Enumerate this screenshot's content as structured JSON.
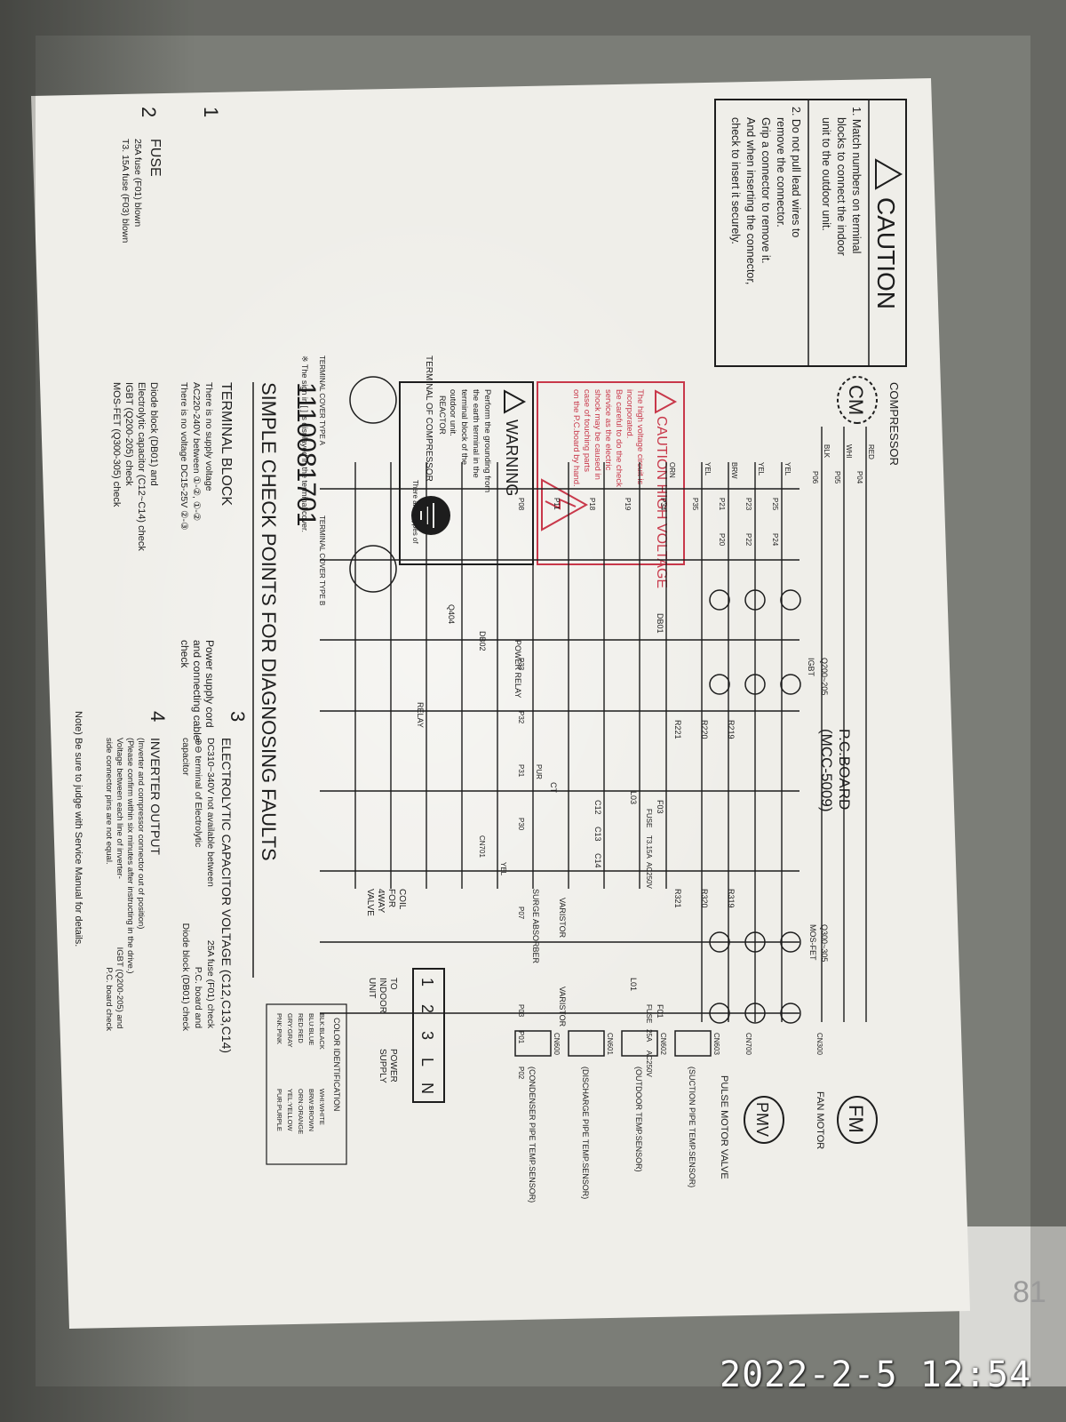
{
  "photo": {
    "timestamp": "2022-2-5 12:54",
    "sticker_fragment": "81",
    "label": {
      "caution": {
        "title": "CAUTION",
        "item1": [
          "1. Match numbers on terminal",
          "blocks to connect the indoor",
          "unit to the outdoor unit."
        ],
        "item2": [
          "2. Do not pull lead wires to",
          "remove the connector.",
          "Grip a connector to remove it.",
          "And when inserting the connector,",
          "check to insert it securely."
        ]
      },
      "high_voltage": {
        "title": "CAUTION HIGH VOLTAGE",
        "lines": [
          "The high voltage circuit is",
          "incorporated.",
          "Be careful to do the check",
          "service as the electric",
          "shock may be caused in",
          "case of touching parts",
          "on the P.C.board by hand."
        ]
      },
      "warning": {
        "title": "WARNING",
        "lines": [
          "Perform the grounding from",
          "the earth terminal in the",
          "terminal block of the",
          "outdoor unit."
        ]
      },
      "part_number": "1110081701",
      "title": "SIMPLE CHECK POINTS FOR DIAGNOSING FAULTS",
      "checks": {
        "c1": {
          "num": "1",
          "title": "TERMINAL BLOCK",
          "lines": [
            "There is no supply voltage",
            "AC220-240V between ①-②, ①-②",
            "There is no voltage DC15-25V ②-③"
          ],
          "result": [
            "Power supply cord",
            "and connecting cable",
            "check"
          ]
        },
        "c2": {
          "num": "2",
          "title": "FUSE",
          "lines": [
            "25A fuse (F01) blown",
            "T3. 15A fuse (F03) blown"
          ],
          "result": [
            "Diode block (DB01) and",
            "Electrolytic capacitor (C12~C14) check",
            "IGBT (Q200-205) check",
            "MOS-FET (Q300-305) check"
          ]
        },
        "c3": {
          "num": "3",
          "title": "ELECTROLYTIC CAPACITOR VOLTAGE (C12,C13,C14)",
          "lines": [
            "DC310~340V not available between",
            "⊕⊖ terminal of Electrolytic",
            "capacitor"
          ],
          "result": [
            "25A fuse (F01) check",
            "P.C. board and",
            "Diode block (DB01) check"
          ]
        },
        "c4": {
          "num": "4",
          "title": "INVERTER OUTPUT",
          "lines": [
            "(Inverter and compressor connector out of position)",
            "(Please confirm within six minutes after instructing in the drive.)",
            "Voltage between each line of inverter-",
            "side connector pins are not equal."
          ],
          "result": [
            "IGBT (Q200-205) and",
            "P.C. board check"
          ]
        }
      },
      "note": "Note) Be sure to judge with Service Manual for details.",
      "sign_note": "※ The sign in [ ] is displayed in the terminal cover.",
      "terminal_of_compressor": "TERMINAL OF COMPRESSOR",
      "two_types": "There are 2 types of",
      "cover_a": "TERMINAL COVER TYPE A",
      "cover_b": "TERMINAL COVER TYPE B",
      "diagram": {
        "compressor": "COMPRESSOR",
        "cm": "CM",
        "board": "P.C.BOARD",
        "board_model": "(MCC-5009)",
        "fm": "FM",
        "fan_motor": "FAN MOTOR",
        "pmv": "PMV",
        "pulse_motor_valve": "PULSE MOTOR VALVE",
        "four_way_valve": [
          "COIL",
          "FOR",
          "4WAY",
          "VALVE"
        ],
        "to_indoor": [
          "TO",
          "INDOOR",
          "UNIT"
        ],
        "power_supply": [
          "POWER",
          "SUPPLY"
        ],
        "terminal_labels": [
          "1",
          "2",
          "3",
          "L",
          "N"
        ],
        "parts": [
          "REACTOR",
          "RELAY",
          "POWER RELAY",
          "SURGE ABSORBER",
          "VARISTOR",
          "VARISTOR",
          "DB01",
          "DB02",
          "Q404",
          "IGBT",
          "Q200~205",
          "Q300~305",
          "MOS-FET",
          "L03",
          "L01",
          "C12",
          "C13",
          "C14",
          "CT",
          "R219",
          "R220",
          "R221",
          "R319",
          "R320",
          "R321",
          "F03",
          "F01"
        ],
        "wire_colors": [
          "RED",
          "WHI",
          "BLK",
          "YEL",
          "YEL",
          "BRW",
          "YEL",
          "ORN",
          "PUR",
          "YEL"
        ],
        "pins": [
          "P04",
          "P05",
          "P06",
          "P25",
          "P24",
          "P23",
          "P22",
          "P21",
          "P20",
          "P35",
          "P34",
          "P19",
          "P18",
          "P11",
          "P08",
          "P33",
          "P32",
          "P31",
          "P30",
          "P07",
          "P01",
          "P02",
          "P03"
        ],
        "connectors": [
          "CN300",
          "CN700",
          "CN603",
          "CN602",
          "CN601",
          "CN600",
          "CN701"
        ],
        "sensors": [
          "(SUCTION PIPE TEMP.SENSOR)",
          "(OUTDOOR TEMP.SENSOR)",
          "(DISCHARGE PIPE TEMP.SENSOR)",
          "(CONDENSER PIPE TEMP.SENSOR)"
        ],
        "fuse_f03": [
          "FUSE",
          "T3.15A",
          "AC250V"
        ],
        "fuse_f01": [
          "FUSE",
          "25A",
          "AC250V"
        ]
      },
      "color_id": {
        "title": "COLOR IDENTIFICATION",
        "entries": [
          "BLK:BLACK",
          "WHI:WHITE",
          "BLU:BLUE",
          "BRW:BROWN",
          "RED:RED",
          "ORN:ORANGE",
          "GRY:GRAY",
          "YEL:YELLOW",
          "PNK:PINK",
          "PUR:PURPLE"
        ]
      }
    },
    "colors": {
      "paper": "#f2f1ec",
      "ink": "#1d1d1d",
      "red_ink": "#c8384a",
      "metal": "#7a7c76"
    }
  }
}
